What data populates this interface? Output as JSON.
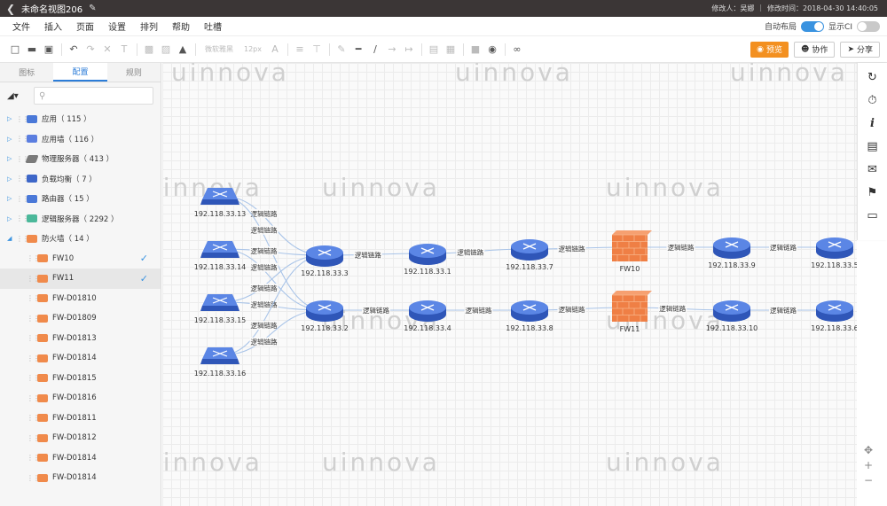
{
  "titlebar": {
    "back_icon": "chevron-left-icon",
    "title": "未命名视图206",
    "edit_icon": "pencil-icon",
    "modifier_label": "修改人：",
    "modifier": "吴娜",
    "separator": "|",
    "modified_time_label": "修改时间：",
    "modified_time": "2018-04-30 14:40:05"
  },
  "menubar": {
    "items": [
      "文件",
      "插入",
      "页面",
      "设置",
      "排列",
      "帮助",
      "吐槽"
    ],
    "auto_layout_label": "自动布局",
    "auto_layout_on": true,
    "show_ci_label": "显示CI",
    "show_ci_on": false
  },
  "toolbar": {
    "font_placeholder": "微软雅黑",
    "font_size": "12px",
    "preview_label": "预览",
    "collab_label": "协作",
    "share_label": "分享",
    "accent_color": "#f39020"
  },
  "sidebar": {
    "tabs": [
      "图标",
      "配置",
      "规则"
    ],
    "active_tab": "配置",
    "categories": [
      {
        "label": "应用（ 115 ）",
        "icon": "app-icon"
      },
      {
        "label": "应用墙（ 116 ）",
        "icon": "app-wall-icon"
      },
      {
        "label": "物理服务器（ 413 ）",
        "icon": "server-icon"
      },
      {
        "label": "负载均衡（ 7 ）",
        "icon": "load-balancer-icon"
      },
      {
        "label": "路由器（ 15 ）",
        "icon": "router-icon"
      },
      {
        "label": "逻辑服务器（ 2292 ）",
        "icon": "virtual-server-icon"
      },
      {
        "label": "防火墙（ 14 ）",
        "icon": "firewall-icon"
      }
    ],
    "firewalls": [
      {
        "label": "FW10",
        "checked": true
      },
      {
        "label": "FW11",
        "checked": true,
        "selected": true
      },
      {
        "label": "FW-D01810"
      },
      {
        "label": "FW-D01809"
      },
      {
        "label": "FW-D01813"
      },
      {
        "label": "FW-D01814"
      },
      {
        "label": "FW-D01815"
      },
      {
        "label": "FW-D01816"
      },
      {
        "label": "FW-D01811"
      },
      {
        "label": "FW-D01812"
      },
      {
        "label": "FW-D01814"
      },
      {
        "label": "FW-D01814"
      }
    ]
  },
  "diagram": {
    "watermark": "uinnova",
    "link_label": "逻辑链路",
    "nodes": [
      {
        "id": "s13",
        "type": "switch",
        "label": "192.118.33.13"
      },
      {
        "id": "s14",
        "type": "switch",
        "label": "192.118.33.14"
      },
      {
        "id": "s15",
        "type": "switch",
        "label": "192.118.33.15"
      },
      {
        "id": "s16",
        "type": "switch",
        "label": "192.118.33.16"
      },
      {
        "id": "r3",
        "type": "router",
        "label": "192.118.33.3"
      },
      {
        "id": "r2",
        "type": "router",
        "label": "192.118.33.2"
      },
      {
        "id": "r1",
        "type": "router",
        "label": "192.118.33.1"
      },
      {
        "id": "r4",
        "type": "router",
        "label": "192.118.33.4"
      },
      {
        "id": "r7",
        "type": "router",
        "label": "192.118.33.7"
      },
      {
        "id": "r8",
        "type": "router",
        "label": "192.118.33.8"
      },
      {
        "id": "fw10",
        "type": "firewall",
        "label": "FW10"
      },
      {
        "id": "fw11",
        "type": "firewall",
        "label": "FW11"
      },
      {
        "id": "r9",
        "type": "router",
        "label": "192.118.33.9"
      },
      {
        "id": "r10",
        "type": "router",
        "label": "192.118.33.10"
      },
      {
        "id": "r5",
        "type": "router",
        "label": "192.118.33.5"
      },
      {
        "id": "r6",
        "type": "router",
        "label": "192.118.33.6"
      }
    ],
    "links": [
      {
        "from": "s13",
        "to": "r3"
      },
      {
        "from": "s13",
        "to": "r2"
      },
      {
        "from": "s14",
        "to": "r3"
      },
      {
        "from": "s14",
        "to": "r2"
      },
      {
        "from": "s15",
        "to": "r3"
      },
      {
        "from": "s15",
        "to": "r2"
      },
      {
        "from": "s16",
        "to": "r3"
      },
      {
        "from": "s16",
        "to": "r2"
      },
      {
        "from": "r3",
        "to": "r1"
      },
      {
        "from": "r1",
        "to": "r7"
      },
      {
        "from": "r7",
        "to": "fw10"
      },
      {
        "from": "fw10",
        "to": "r9"
      },
      {
        "from": "r9",
        "to": "r5"
      },
      {
        "from": "r2",
        "to": "r4"
      },
      {
        "from": "r4",
        "to": "r8"
      },
      {
        "from": "r8",
        "to": "fw11"
      },
      {
        "from": "fw11",
        "to": "r10"
      },
      {
        "from": "r10",
        "to": "r6"
      }
    ]
  },
  "right_panel": {
    "icons": [
      "sync-icon",
      "history-icon",
      "info-icon",
      "calendar-icon",
      "comment-icon",
      "tag-icon",
      "monitor-icon"
    ]
  },
  "zoom": {
    "icons": [
      "move-icon",
      "zoom-in-icon",
      "zoom-out-icon"
    ],
    "in": "+",
    "out": "−"
  }
}
